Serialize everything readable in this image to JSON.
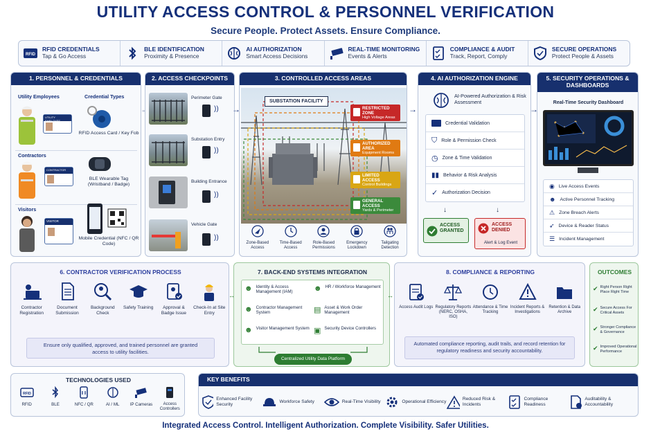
{
  "header": {
    "title": "UTILITY ACCESS CONTROL & PERSONNEL VERIFICATION",
    "subtitle": "Secure People. Protect Assets. Ensure Compliance."
  },
  "top_features": [
    {
      "title": "RFID CREDENTIALS",
      "subtitle": "Tap & Go Access",
      "icon": "rfid-icon"
    },
    {
      "title": "BLE IDENTIFICATION",
      "subtitle": "Proximity & Presence",
      "icon": "bluetooth-icon"
    },
    {
      "title": "AI AUTHORIZATION",
      "subtitle": "Smart Access Decisions",
      "icon": "brain-icon"
    },
    {
      "title": "REAL-TIME MONITORING",
      "subtitle": "Events & Alerts",
      "icon": "camera-icon"
    },
    {
      "title": "COMPLIANCE & AUDIT",
      "subtitle": "Track, Report, Comply",
      "icon": "checklist-icon"
    },
    {
      "title": "SECURE OPERATIONS",
      "subtitle": "Protect People & Assets",
      "icon": "shield-icon"
    }
  ],
  "section1": {
    "title": "1. PERSONNEL & CREDENTIALS",
    "groups": [
      "Utility Employees",
      "Contractors",
      "Visitors"
    ],
    "credential_types_title": "Credential Types",
    "credentials": [
      "RFID Access Card / Key Fob",
      "BLE Wearable Tag (Wristband / Badge)",
      "Mobile Credential (NFC / QR Code)"
    ],
    "card_labels": [
      "UTILITY EMPLOYEE",
      "CONTRACTOR",
      "VISITOR"
    ],
    "card_text": "RFID"
  },
  "section2": {
    "title": "2. ACCESS CHECKPOINTS",
    "checkpoints": [
      "Perimeter Gate",
      "Substation Entry",
      "Building Entrance",
      "Vehicle Gate"
    ]
  },
  "section3": {
    "title": "3. CONTROLLED ACCESS AREAS",
    "facility_label": "SUBSTATION FACILITY",
    "zones": [
      {
        "name": "RESTRICTED ZONE",
        "desc": "High Voltage Areas",
        "color": "#c62828"
      },
      {
        "name": "AUTHORIZED AREA",
        "desc": "Equipment Rooms",
        "color": "#e07a12"
      },
      {
        "name": "LIMITED ACCESS",
        "desc": "Control Buildings",
        "color": "#d9a614"
      },
      {
        "name": "GENERAL ACCESS",
        "desc": "Yards & Perimeter",
        "color": "#3b8a3b"
      }
    ],
    "features": [
      "Zone-Based Access",
      "Time-Based Access",
      "Role-Based Permissions",
      "Emergency Lockdown",
      "Tailgating Detection"
    ]
  },
  "section4": {
    "title": "4. AI AUTHORIZATION ENGINE",
    "engine_title": "AI-Powered Authorization & Risk Assessment",
    "steps": [
      "Credential Validation",
      "Role & Permission Check",
      "Zone & Time Validation",
      "Behavior & Risk Analysis",
      "Authorization Decision"
    ],
    "granted": "ACCESS GRANTED",
    "denied": "ACCESS DENIED",
    "denied_note": "Alert & Log Event"
  },
  "section5": {
    "title": "5. SECURITY OPERATIONS & DASHBOARDS",
    "dashboard_title": "Real-Time Security Dashboard",
    "items": [
      "Live Access Events",
      "Active Personnel Tracking",
      "Zone Breach Alerts",
      "Device & Reader Status",
      "Incident Management"
    ]
  },
  "section6": {
    "title": "6. CONTRACTOR VERIFICATION PROCESS",
    "steps": [
      "Contractor Registration",
      "Document Submission",
      "Background Check",
      "Safety Training",
      "Approval & Badge Issue",
      "Check-In at Site Entry"
    ],
    "note": "Ensure only qualified, approved, and trained personnel are granted access to utility facilities."
  },
  "section7": {
    "title": "7. BACK-END SYSTEMS INTEGRATION",
    "systems": [
      "Identity & Access Management (IAM)",
      "HR / Workforce Management",
      "Contractor Management System",
      "Asset & Work Order Management",
      "Visitor Management System",
      "Security Device Controllers"
    ],
    "platform": "Centralized Utility Data Platform"
  },
  "section8": {
    "title": "8. COMPLIANCE & REPORTING",
    "items": [
      "Access Audit Logs",
      "Regulatory Reports (NERC, OSHA, ISO)",
      "Attendance & Time Tracking",
      "Incident Reports & Investigations",
      "Retention & Data Archive"
    ],
    "note": "Automated compliance reporting, audit trails, and record retention for regulatory readiness and security accountability."
  },
  "outcomes": {
    "title": "OUTCOMES",
    "items": [
      "Right Person Right Place Right Time",
      "Secure Access For Critical Assets",
      "Stronger Compliance & Governance",
      "Improved Operational Performance"
    ]
  },
  "technologies": {
    "title": "TECHNOLOGIES USED",
    "items": [
      "RFID",
      "BLE",
      "NFC / QR",
      "AI / ML",
      "IP Cameras",
      "Access Controllers"
    ]
  },
  "benefits": {
    "title": "KEY BENEFITS",
    "items": [
      "Enhanced Facility Security",
      "Workforce Safety",
      "Real-Time Visibility",
      "Operational Efficiency",
      "Reduced Risk & Incidents",
      "Compliance Readiness",
      "Auditability & Accountability"
    ]
  },
  "footer": "Integrated Access Control. Intelligent Authorization. Complete Visibility. Safer Utilities.",
  "colors": {
    "navy": "#17306e",
    "granted": "#2e7d32",
    "denied": "#c62828",
    "outcomes_green": "#2e7d32"
  }
}
